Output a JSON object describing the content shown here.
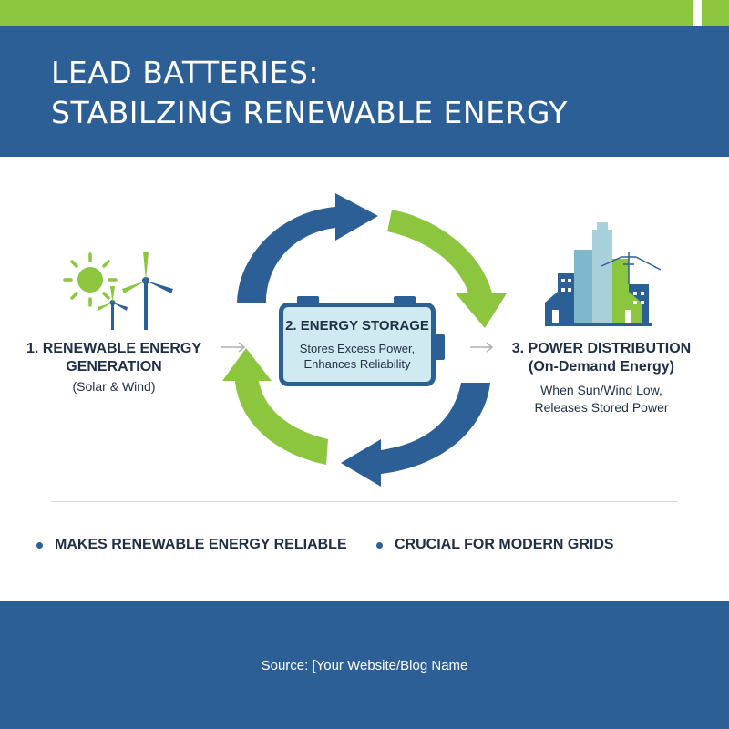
{
  "header": {
    "title_line1": "LEAD BATTERIES:",
    "title_line2": "STABILZING RENEWABLE ENERGY"
  },
  "colors": {
    "blue": "#2c5f96",
    "green": "#8cc63f",
    "light_blue": "#cfeaf0",
    "text": "#1f2f45"
  },
  "diagram": {
    "stage1": {
      "title_line1": "1. RENEWABLE ENERGY",
      "title_line2": "GENERATION",
      "subtitle": "(Solar & Wind)",
      "icons": [
        "sun-icon",
        "wind-turbine-icon"
      ]
    },
    "stage2": {
      "title": "2. ENERGY STORAGE",
      "text_line1": "Stores Excess Power,",
      "text_line2": "Enhances Reliability",
      "icons": [
        "battery-icon"
      ]
    },
    "stage3": {
      "title": "3. POWER DISTRIBUTION",
      "subtitle": "(On-Demand Energy)",
      "text_line1": "When Sun/Wind Low,",
      "text_line2": "Releases Stored Power",
      "icons": [
        "city-grid-icon"
      ]
    },
    "cycle_icon": "circular-arrows-icon",
    "flow_icon": "right-arrow-icon"
  },
  "key_points": [
    "MAKES RENEWABLE ENERGY RELIABLE",
    "CRUCIAL FOR MODERN GRIDS"
  ],
  "footer": {
    "source": "Source: [Your Website/Blog Name"
  }
}
